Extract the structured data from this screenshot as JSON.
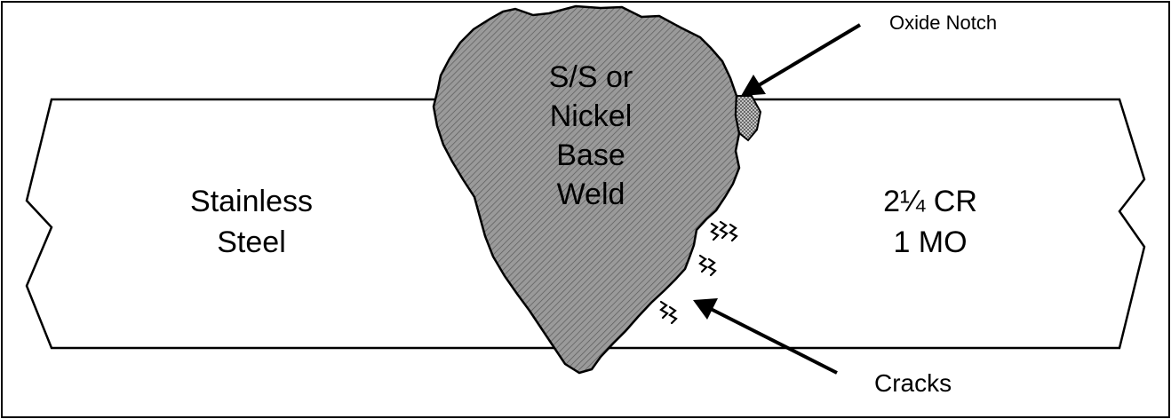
{
  "figure": {
    "left_material": {
      "line1": "Stainless",
      "line2": "Steel"
    },
    "right_material": {
      "line1": "2¼ CR",
      "line2": "1 MO"
    },
    "weld": {
      "line1": "S/S or",
      "line2": "Nickel",
      "line3": "Base",
      "line4": "Weld"
    },
    "callouts": {
      "oxide_notch": "Oxide Notch",
      "cracks": "Cracks"
    }
  }
}
